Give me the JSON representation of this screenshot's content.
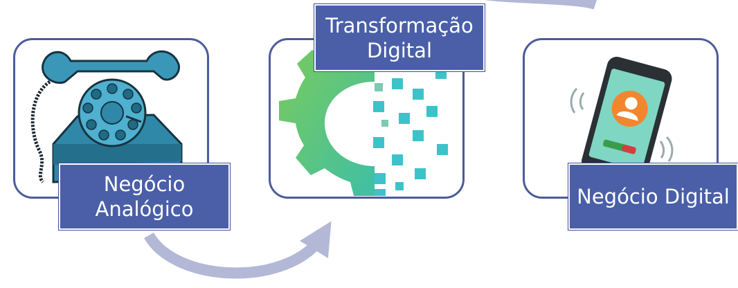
{
  "steps": [
    {
      "id": "analog",
      "line1": "Negócio",
      "line2": "Analógico",
      "icon": "rotary-telephone-icon"
    },
    {
      "id": "transform",
      "line1": "Transformação",
      "line2": "Digital",
      "icon": "gear-pixel-icon"
    },
    {
      "id": "digital",
      "line1": "Negócio Digital",
      "icon": "smartphone-call-icon"
    }
  ],
  "colors": {
    "label_bg": "#4a5fa8",
    "card_border": "#4a5c9a",
    "arrow": "#b3b8d6",
    "gear_green": "#5cc06a",
    "pixel_teal": "#3ec2c9"
  }
}
